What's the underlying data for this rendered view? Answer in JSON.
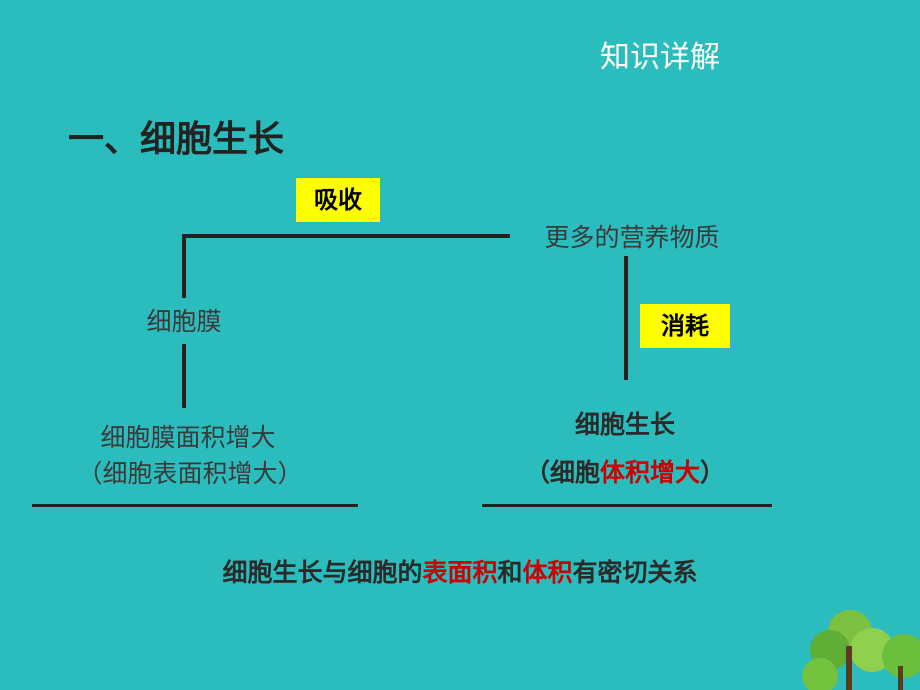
{
  "header": "知识详解",
  "title": "一、细胞生长",
  "absorb_box": "吸收",
  "consume_box": "消耗",
  "nutrients": "更多的营养物质",
  "cell_membrane": "细胞膜",
  "membrane_area": {
    "line1": "细胞膜面积增大",
    "line2": "（细胞表面积增大）"
  },
  "cell_growth": {
    "line1": "细胞生长",
    "line2_prefix": "（细胞",
    "line2_red": "体积增大",
    "line2_suffix": "）"
  },
  "conclusion": {
    "part1": "细胞生长与细胞的",
    "red1": "表面积",
    "part2": "和",
    "red2": "体积",
    "part3": "有密切关系"
  }
}
